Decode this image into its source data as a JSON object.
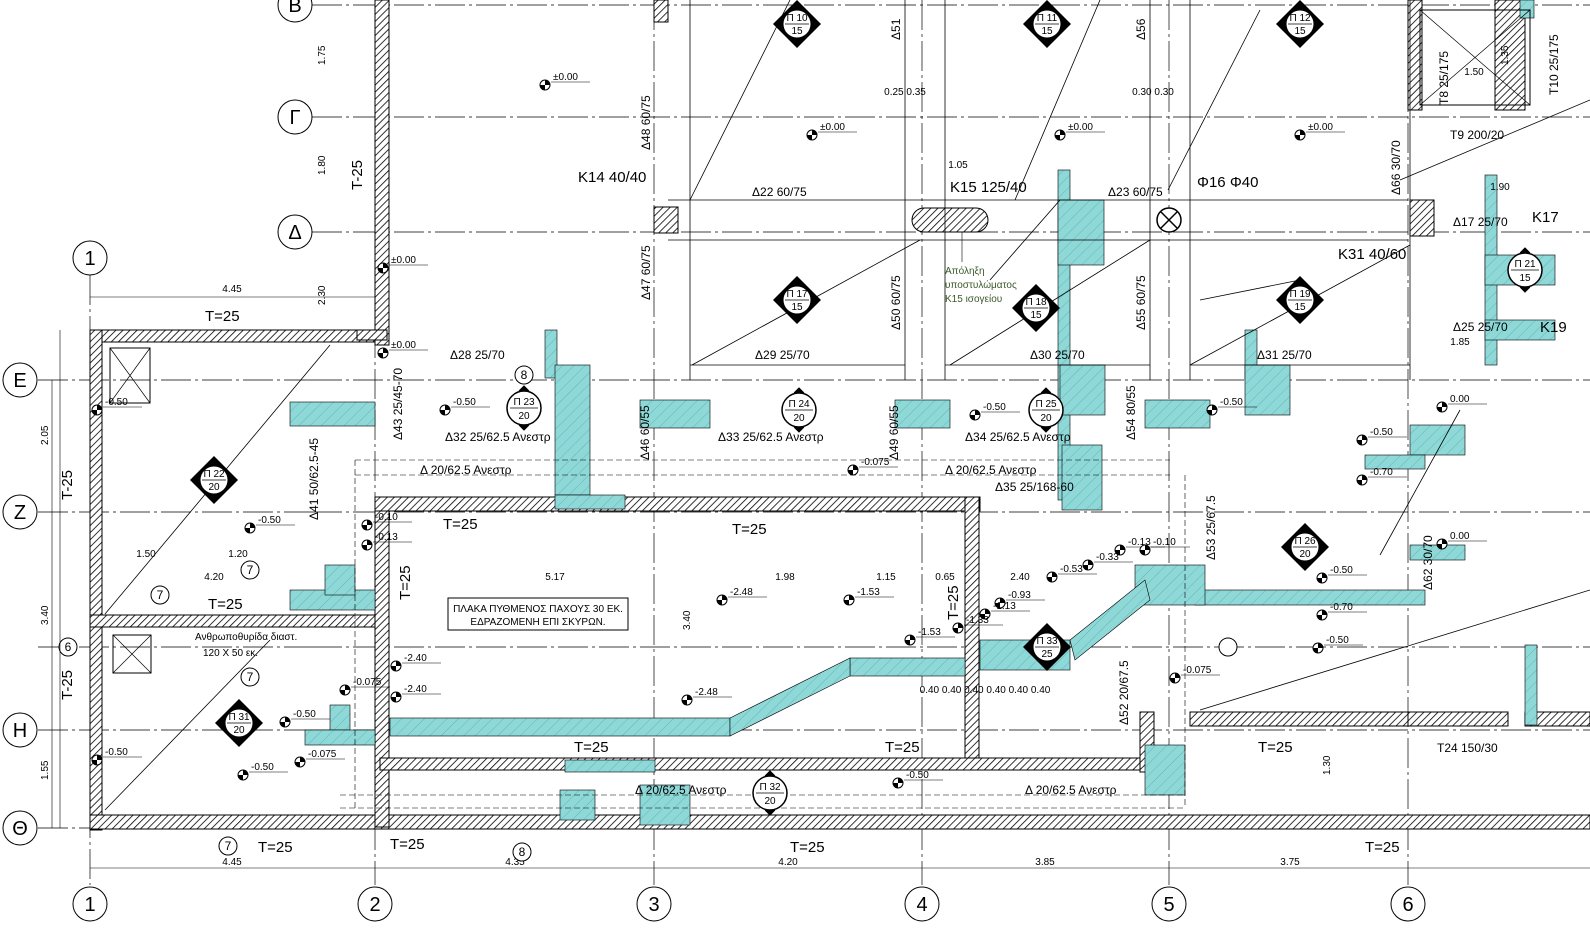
{
  "grid_rows": [
    "Β",
    "Γ",
    "Δ",
    "Ε",
    "Ζ",
    "6",
    "Η",
    "Θ"
  ],
  "grid_cols": [
    "1",
    "2",
    "3",
    "4",
    "5",
    "6"
  ],
  "beams": [
    "Δ22 60/75",
    "Δ23 60/75",
    "Δ28 25/70",
    "Δ29 25/70",
    "Δ30 25/70",
    "Δ31 25/70",
    "Δ32 25/62.5 Ανεστρ",
    "Δ33 25/62.5 Ανεστρ",
    "Δ34 25/62.5 Ανεστρ",
    "Δ 20/62.5 Ανεστρ",
    "Δ 20/62.5 Ανεστρ",
    "Δ35 25/168-60",
    "Δ 20/62.5 Ανεστρ",
    "Δ 20/62.5 Ανεστρ",
    "Δ25 25/70",
    "Δ17 25/70",
    "T9 200/20",
    "T24 150/30"
  ],
  "vertical_beams": [
    "Δ47 60/75",
    "Δ48 60/75",
    "Δ50 60/75",
    "Δ55 60/75",
    "Δ41 50/62.5-45",
    "Δ62 30/70",
    "Δ53 25/67.5",
    "Δ66 30/70",
    "Δ51",
    "Δ56",
    "Δ52 20/67.5",
    "Δ43 25/45-70",
    "T8 25/175",
    "T10 25/175",
    "Δ46 60/55",
    "Δ49 60/55",
    "Δ54 80/55"
  ],
  "columns": [
    "Κ14 40/40",
    "Κ15 125/40",
    "Φ16 Φ40",
    "Κ31 40/60",
    "Κ17",
    "Κ19"
  ],
  "thickness_labels": [
    "T=25",
    "T=25",
    "T=25",
    "T=25",
    "T=25",
    "T=25",
    "T=25",
    "T=25",
    "T=25",
    "T=25",
    "T=25",
    "T-25",
    "T-25",
    "T-25",
    "T=25",
    "T=25"
  ],
  "slabs": [
    {
      "id": "Π 10",
      "t": "15"
    },
    {
      "id": "Π 11",
      "t": "15"
    },
    {
      "id": "Π 12",
      "t": "15"
    },
    {
      "id": "Π 17",
      "t": "15"
    },
    {
      "id": "Π 18",
      "t": "15"
    },
    {
      "id": "Π 19",
      "t": "15"
    },
    {
      "id": "Π 22",
      "t": "20"
    },
    {
      "id": "Π 31",
      "t": "20"
    },
    {
      "id": "Π 26",
      "t": "20"
    },
    {
      "id": "Π 33",
      "t": "25"
    }
  ],
  "round_slabs": [
    {
      "id": "Π 23",
      "t": "20"
    },
    {
      "id": "Π 24",
      "t": "20"
    },
    {
      "id": "Π 25",
      "t": "20"
    },
    {
      "id": "Π 32",
      "t": "20"
    },
    {
      "id": "Π 21",
      "t": "15"
    }
  ],
  "elevations": [
    "±0.00",
    "±0.00",
    "±0.00",
    "±0.00",
    "±0.00",
    "±0.00",
    "-0.50",
    "-0.50",
    "-0.50",
    "-0.50",
    "-0.50",
    "-0.50",
    "-0.10",
    "-0.13",
    "-2.40",
    "-2.40",
    "-2.48",
    "-2.48",
    "-1.53",
    "-1.53",
    "-0.50",
    "-0.50",
    "-0.70",
    "-0.50",
    "-0.70",
    "0.00",
    "0.00",
    "-0.50",
    "-0.50",
    "-0.075",
    "-0.075",
    "-0.33",
    "-0.53",
    "-0.93",
    "-1.13",
    "-1.33",
    "-0.13",
    "-0.10",
    "-0.075",
    "-0.075",
    "-0.50"
  ],
  "dimensions_bottom": [
    "4.45",
    "4.35",
    "4.20",
    "3.85",
    "3.75"
  ],
  "dimensions_other": [
    "4.45",
    "5.17",
    "1.98",
    "1.15",
    "2.05",
    "3.40",
    "1.55",
    "1.75",
    "1.80",
    "2.30",
    "1.50",
    "1.20",
    "4.20",
    "0.65",
    "2.40",
    "0.40 0.40 0.40 0.40 0.40 0.40",
    "1.05",
    "0.25 0.35",
    "0.30 0.30",
    "1.90",
    "1.85",
    "1.50",
    "1.35",
    "3.40",
    "1.30"
  ],
  "note": {
    "line1": "ΠΛΑΚΑ ΠΥΘΜΕΝΟΣ ΠΑΧΟΥΣ 30 ΕΚ.",
    "line2": "ΕΔΡΑΖΟΜΕΝΗ ΕΠΙ ΣΚΥΡΩΝ."
  },
  "annotation": {
    "line1": "Απόληξη",
    "line2": "υποστυλώματος",
    "line3": "Κ15 ισογείου"
  },
  "manhole": {
    "line1": "Ανθρωποθυρίδα διαστ.",
    "line2": "120 X 50 εκ."
  },
  "section_marks": [
    "7",
    "7",
    "7",
    "7",
    "8",
    "8"
  ],
  "colors": {
    "beam_fill": "#8fd8d8",
    "wall": "#000000",
    "line": "#000000",
    "note": "#3a5a2a"
  }
}
